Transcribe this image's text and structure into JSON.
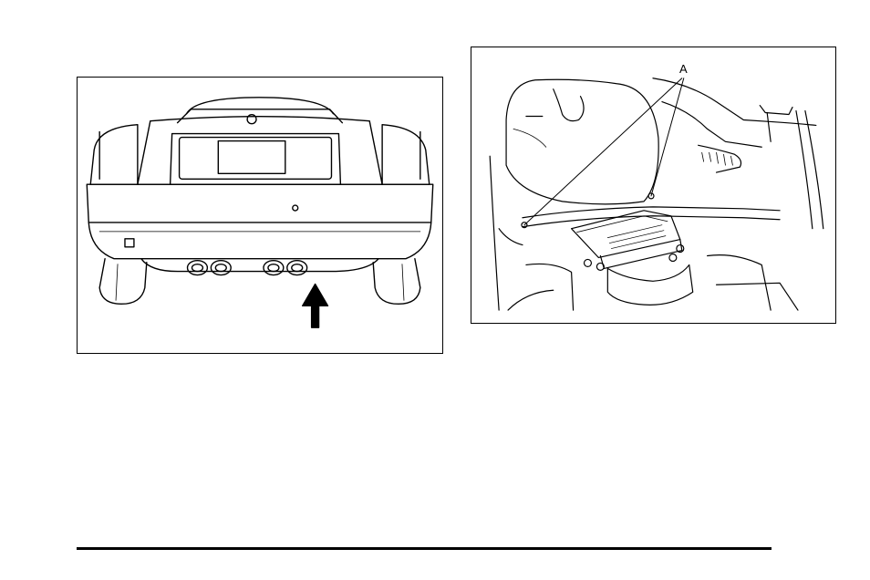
{
  "figures": {
    "left": {
      "illustration": "car-rear-view-with-arrow-at-exhaust"
    },
    "right": {
      "illustration": "underbody-module-with-mounting-callout",
      "callout_label": "A"
    }
  },
  "colors": {
    "line": "#000000",
    "background": "#ffffff"
  }
}
